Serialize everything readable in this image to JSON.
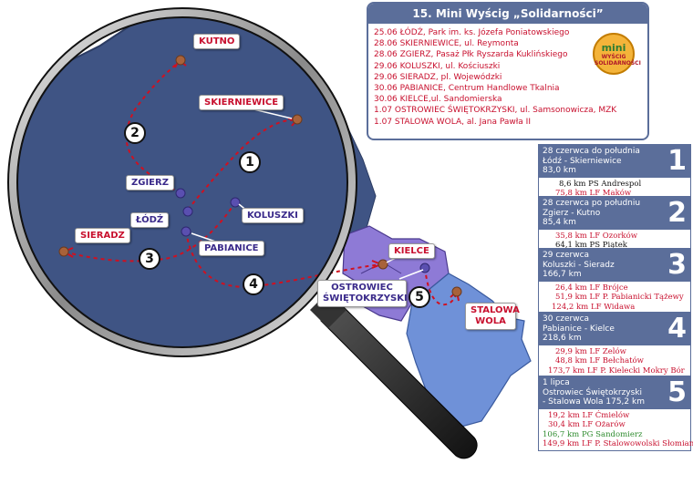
{
  "title": "15. Mini Wyścig „Solidarności”",
  "logo": {
    "line1": "mini",
    "line2": "WYŚCIG",
    "line3": "SOLIDARNOŚCI"
  },
  "schedule": [
    "25.06  ŁÓDŹ, Park im. ks. Józefa Poniatowskiego",
    "28.06  SKIERNIEWICE, ul. Reymonta",
    "28.06  ZGIERZ, Pasaż Płk Ryszarda Kuklińskiego",
    "29.06  KOLUSZKI, ul. Kościuszki",
    "29.06  SIERADZ, pl. Wojewódzki",
    "30.06  PABIANICE, Centrum Handlowe Tkalnia",
    "30.06  KIELCE,ul. Sandomierska",
    " 1.07  OSTROWIEC ŚWIĘTOKRZYSKI, ul. Samsonowicza, MZK",
    " 1.07  STALOWA WOLA, al. Jana Pawła II"
  ],
  "cities": {
    "kutno": "KUTNO",
    "skierniewice": "SKIERNIEWICE",
    "zgierz": "ZGIERZ",
    "lodz": "ŁÓDŹ",
    "koluszki": "KOLUSZKI",
    "pabianice": "PABIANICE",
    "sieradz": "SIERADZ",
    "kielce": "KIELCE",
    "ostrowiec": "OSTROWIEC ŚWIĘTOKRZYSKI",
    "stalowa": "STALOWA WOLA"
  },
  "route_numbers": [
    "1",
    "2",
    "3",
    "4",
    "5"
  ],
  "stages": [
    {
      "number": "1",
      "lines": [
        "28 czerwca do południa",
        "Łódź - Skierniewice",
        "83,0 km"
      ],
      "points": [
        {
          "km": "8,6 km",
          "type": "PS",
          "name": "Andrespol"
        },
        {
          "km": "75,8 km",
          "type": "LF",
          "name": "Maków"
        }
      ]
    },
    {
      "number": "2",
      "lines": [
        "28 czerwca po południu",
        "Zgierz - Kutno",
        "85,4 km"
      ],
      "points": [
        {
          "km": "35,8 km",
          "type": "LF",
          "name": "Ozorków"
        },
        {
          "km": "64,1 km",
          "type": "PS",
          "name": "Piątek"
        }
      ]
    },
    {
      "number": "3",
      "lines": [
        "29 czerwca",
        "Koluszki - Sieradz",
        "166,7 km"
      ],
      "points": [
        {
          "km": "26,4 km",
          "type": "LF",
          "name": "Brójce"
        },
        {
          "km": "51,9 km",
          "type": "LF",
          "name": "P. Pabianicki Tążewy"
        },
        {
          "km": "124,2 km",
          "type": "LF",
          "name": "Widawa"
        }
      ]
    },
    {
      "number": "4",
      "lines": [
        "30 czerwca",
        "Pabianice - Kielce",
        "218,6 km"
      ],
      "points": [
        {
          "km": "29,9 km",
          "type": "LF",
          "name": "Zelów"
        },
        {
          "km": "48,8 km",
          "type": "LF",
          "name": "Bełchatów"
        },
        {
          "km": "173,7 km",
          "type": "LF",
          "name": "P. Kielecki Mokry Bór"
        }
      ]
    },
    {
      "number": "5",
      "lines": [
        "1 lipca",
        "Ostrowiec Świętokrzyski",
        " - Stalowa Wola  175,2 km"
      ],
      "points": [
        {
          "km": "19,2 km",
          "type": "LF",
          "name": "Ćmielów"
        },
        {
          "km": "30,4 km",
          "type": "LF",
          "name": "Ożarów"
        },
        {
          "km": "106,7 km",
          "type": "PG",
          "name": "Sandomierz"
        },
        {
          "km": "149,9 km",
          "type": "LF",
          "name": "P. Stalowowolski  Słomiana"
        }
      ]
    }
  ],
  "colors": {
    "region": "#3f5484",
    "region_light": "#6b86c4",
    "swietokrzyskie": "#8e7ad6",
    "podkarpackie": "#6f91d8",
    "header": "#5b6e9a",
    "route": "#d01020",
    "handle": "#2b2b2b"
  }
}
